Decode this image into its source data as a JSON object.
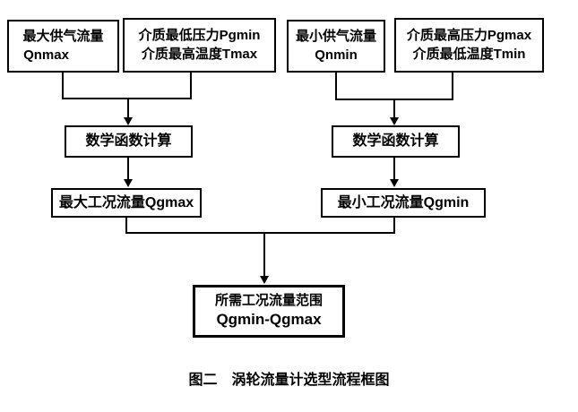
{
  "diagram": {
    "caption": "图二　涡轮流量计选型流程框图",
    "colors": {
      "line": "#000000",
      "text": "#000000",
      "background": "#ffffff"
    },
    "nodes": {
      "qnmax": {
        "line1": "最大供气流量",
        "line2": "Qnmax"
      },
      "pgmin_tmax": {
        "line1": "介质最低压力Pgmin",
        "line2": "介质最高温度Tmax"
      },
      "qnmin": {
        "line1": "最小供气流量",
        "line2": "Qnmin"
      },
      "pgmax_tmin": {
        "line1": "介质最高压力Pgmax",
        "line2": "介质最低温度Tmin"
      },
      "calc_left": {
        "line1": "数学函数计算"
      },
      "calc_right": {
        "line1": "数学函数计算"
      },
      "qgmax": {
        "line1": "最大工况流量Qgmax"
      },
      "qgmin": {
        "line1": "最小工况流量Qgmin"
      },
      "result": {
        "line1": "所需工况流量范围",
        "line2": "Qgmin-Qgmax"
      }
    },
    "edges": [
      {
        "from": [
          "qnmax",
          "pgmin_tmax"
        ],
        "to": "calc_left"
      },
      {
        "from": [
          "qnmin",
          "pgmax_tmin"
        ],
        "to": "calc_right"
      },
      {
        "from": [
          "calc_left"
        ],
        "to": "qgmax"
      },
      {
        "from": [
          "calc_right"
        ],
        "to": "qgmin"
      },
      {
        "from": [
          "qgmax",
          "qgmin"
        ],
        "to": "result"
      }
    ]
  }
}
